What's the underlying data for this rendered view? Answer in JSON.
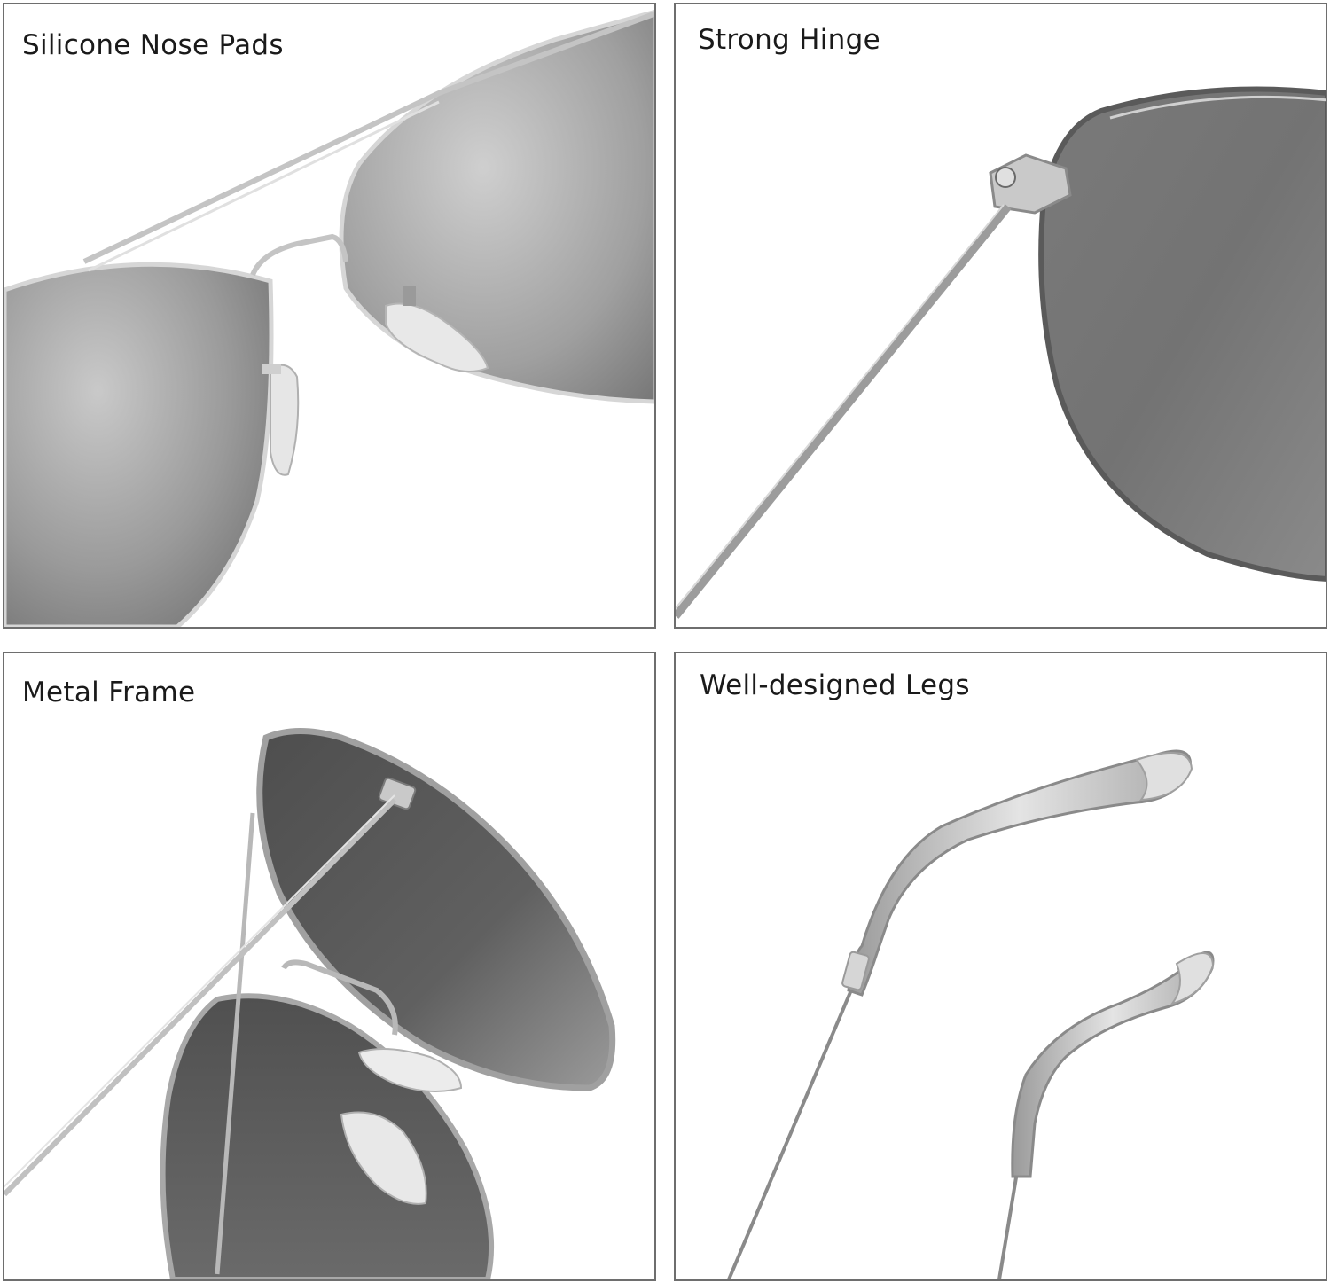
{
  "panels": [
    {
      "caption": "Silicone Nose Pads"
    },
    {
      "caption": "Strong Hinge"
    },
    {
      "caption": "Metal Frame"
    },
    {
      "caption": "Well-designed Legs"
    }
  ],
  "colors": {
    "background": "#ffffff",
    "border": "#6e6e6e",
    "caption": "#1a1a1a",
    "lens_dark": "#5a5a5a",
    "lens_light": "#c8c8c8",
    "metal": "#b8b8b8"
  }
}
